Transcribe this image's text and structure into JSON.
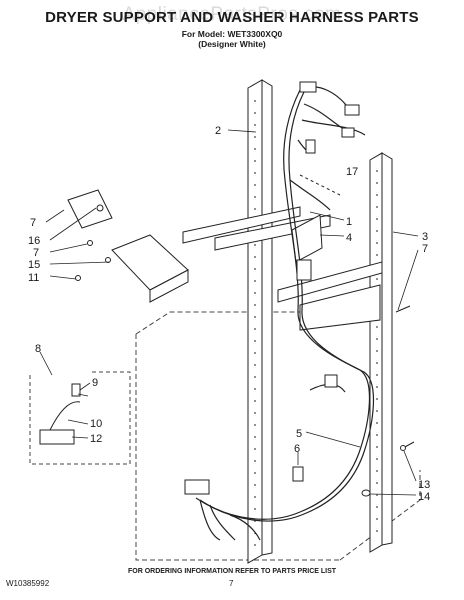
{
  "header": {
    "title": "DRYER SUPPORT AND WASHER HARNESS PARTS",
    "model_line": "For Model: WET3300XQ0",
    "variant_line": "(Designer White)"
  },
  "watermark": "AppliancePartsPros.com",
  "callouts": [
    "1",
    "2",
    "3",
    "4",
    "5",
    "6",
    "7",
    "7",
    "7",
    "8",
    "9",
    "10",
    "11",
    "12",
    "13",
    "14",
    "15",
    "16",
    "17"
  ],
  "callout_list": [
    {
      "id": "callout-1",
      "label": "1"
    },
    {
      "id": "callout-2",
      "label": "2"
    },
    {
      "id": "callout-3",
      "label": "3"
    },
    {
      "id": "callout-4",
      "label": "4"
    },
    {
      "id": "callout-5",
      "label": "5"
    },
    {
      "id": "callout-6",
      "label": "6"
    },
    {
      "id": "callout-7a",
      "label": "7"
    },
    {
      "id": "callout-7b",
      "label": "7"
    },
    {
      "id": "callout-7c",
      "label": "7"
    },
    {
      "id": "callout-8",
      "label": "8"
    },
    {
      "id": "callout-9",
      "label": "9"
    },
    {
      "id": "callout-10",
      "label": "10"
    },
    {
      "id": "callout-11",
      "label": "11"
    },
    {
      "id": "callout-12",
      "label": "12"
    },
    {
      "id": "callout-13",
      "label": "13"
    },
    {
      "id": "callout-14",
      "label": "14"
    },
    {
      "id": "callout-15",
      "label": "15"
    },
    {
      "id": "callout-16",
      "label": "16"
    },
    {
      "id": "callout-17",
      "label": "17"
    }
  ],
  "footer": {
    "ordering_note": "FOR ORDERING INFORMATION REFER TO PARTS PRICE LIST",
    "doc_number": "W10385992",
    "page_number": "7"
  }
}
